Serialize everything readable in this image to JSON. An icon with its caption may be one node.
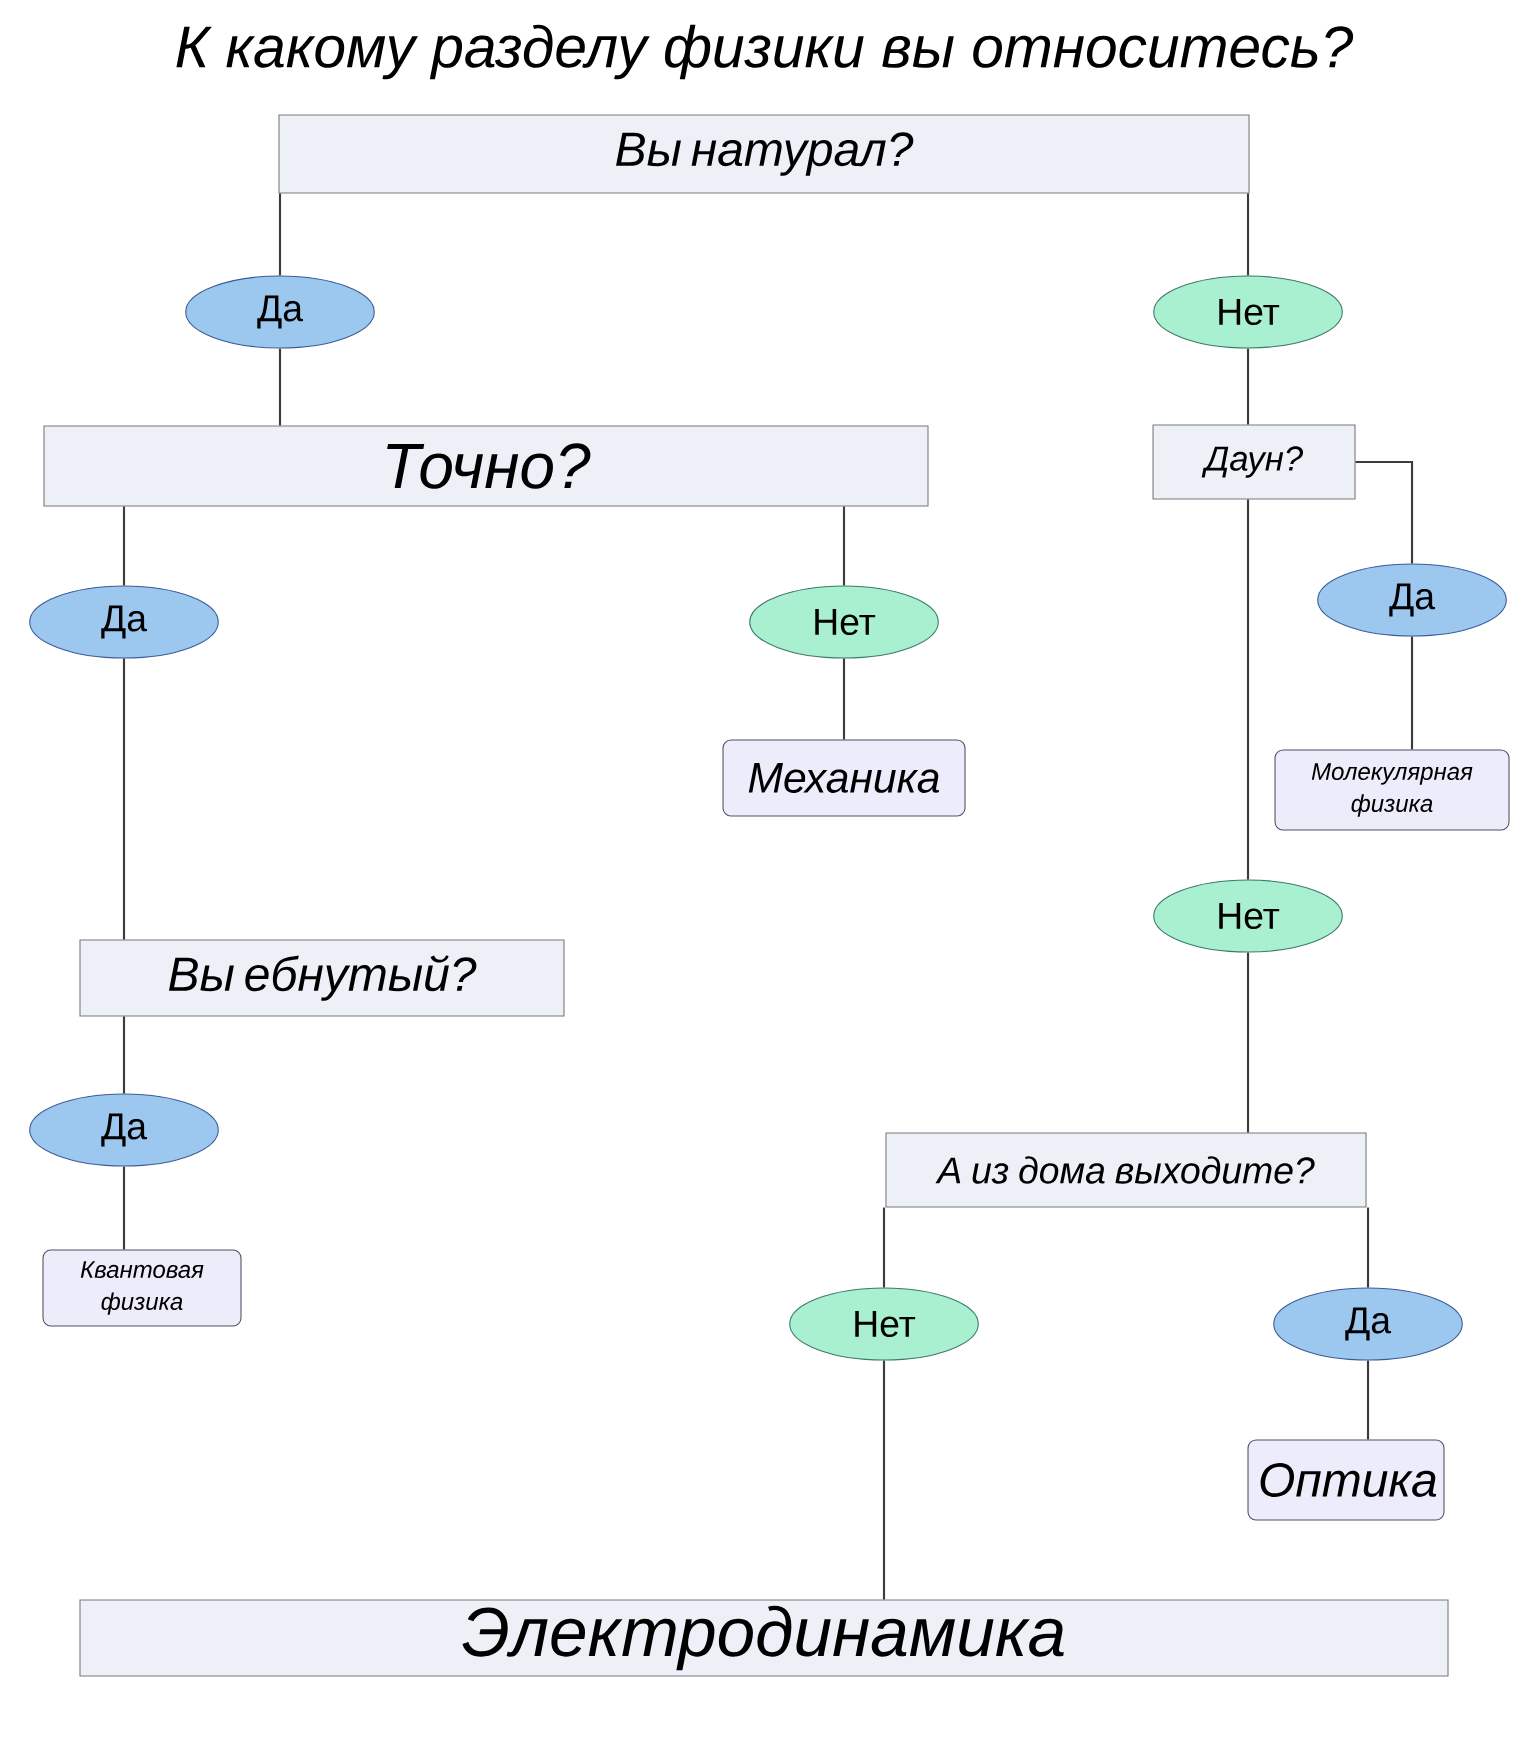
{
  "diagram": {
    "title": "К какому разделу физики вы относитесь?",
    "nodes": [
      {
        "text": [
          "Вы натурал?"
        ]
      },
      {
        "text": [
          "Да"
        ]
      },
      {
        "text": [
          "Нет"
        ]
      },
      {
        "text": [
          "Точно?"
        ]
      },
      {
        "text": [
          "Даун?"
        ]
      },
      {
        "text": [
          "Да"
        ]
      },
      {
        "text": [
          "Нет"
        ]
      },
      {
        "text": [
          "Да"
        ]
      },
      {
        "text": [
          "Механика"
        ]
      },
      {
        "text": [
          "Молекулярная физика"
        ]
      },
      {
        "text": [
          "Нет"
        ]
      },
      {
        "text": [
          "Вы ебнутый?"
        ]
      },
      {
        "text": [
          "А из дома выходите?"
        ]
      },
      {
        "text": [
          "Да"
        ]
      },
      {
        "text": [
          "Квантовая физика"
        ]
      },
      {
        "text": [
          "Нет"
        ]
      },
      {
        "text": [
          "Да"
        ]
      },
      {
        "text": [
          "Оптика"
        ]
      },
      {
        "text": [
          "Электродинамика"
        ]
      }
    ],
    "edges": [
      {
        "from": 0,
        "to": 1,
        "arrow": "none"
      },
      {
        "from": 0,
        "to": 2,
        "arrow": "none"
      },
      {
        "from": 1,
        "to": 3,
        "arrow": "none"
      },
      {
        "from": 2,
        "to": 4,
        "arrow": "none"
      },
      {
        "from": 3,
        "to": 5,
        "arrow": "none"
      },
      {
        "from": 3,
        "to": 6,
        "arrow": "none"
      },
      {
        "from": 4,
        "to": 7,
        "arrow": "none"
      },
      {
        "from": 4,
        "to": 10,
        "arrow": "none"
      },
      {
        "from": 6,
        "to": 8,
        "arrow": "none"
      },
      {
        "from": 7,
        "to": 9,
        "arrow": "none"
      },
      {
        "from": 5,
        "to": 11,
        "arrow": "none"
      },
      {
        "from": 10,
        "to": 12,
        "arrow": "none"
      },
      {
        "from": 11,
        "to": 13,
        "arrow": "none"
      },
      {
        "from": 13,
        "to": 14,
        "arrow": "none"
      },
      {
        "from": 12,
        "to": 15,
        "arrow": "none"
      },
      {
        "from": 12,
        "to": 16,
        "arrow": "none"
      },
      {
        "from": 15,
        "to": 18,
        "arrow": "none"
      },
      {
        "from": 16,
        "to": 17,
        "arrow": "none"
      }
    ]
  }
}
